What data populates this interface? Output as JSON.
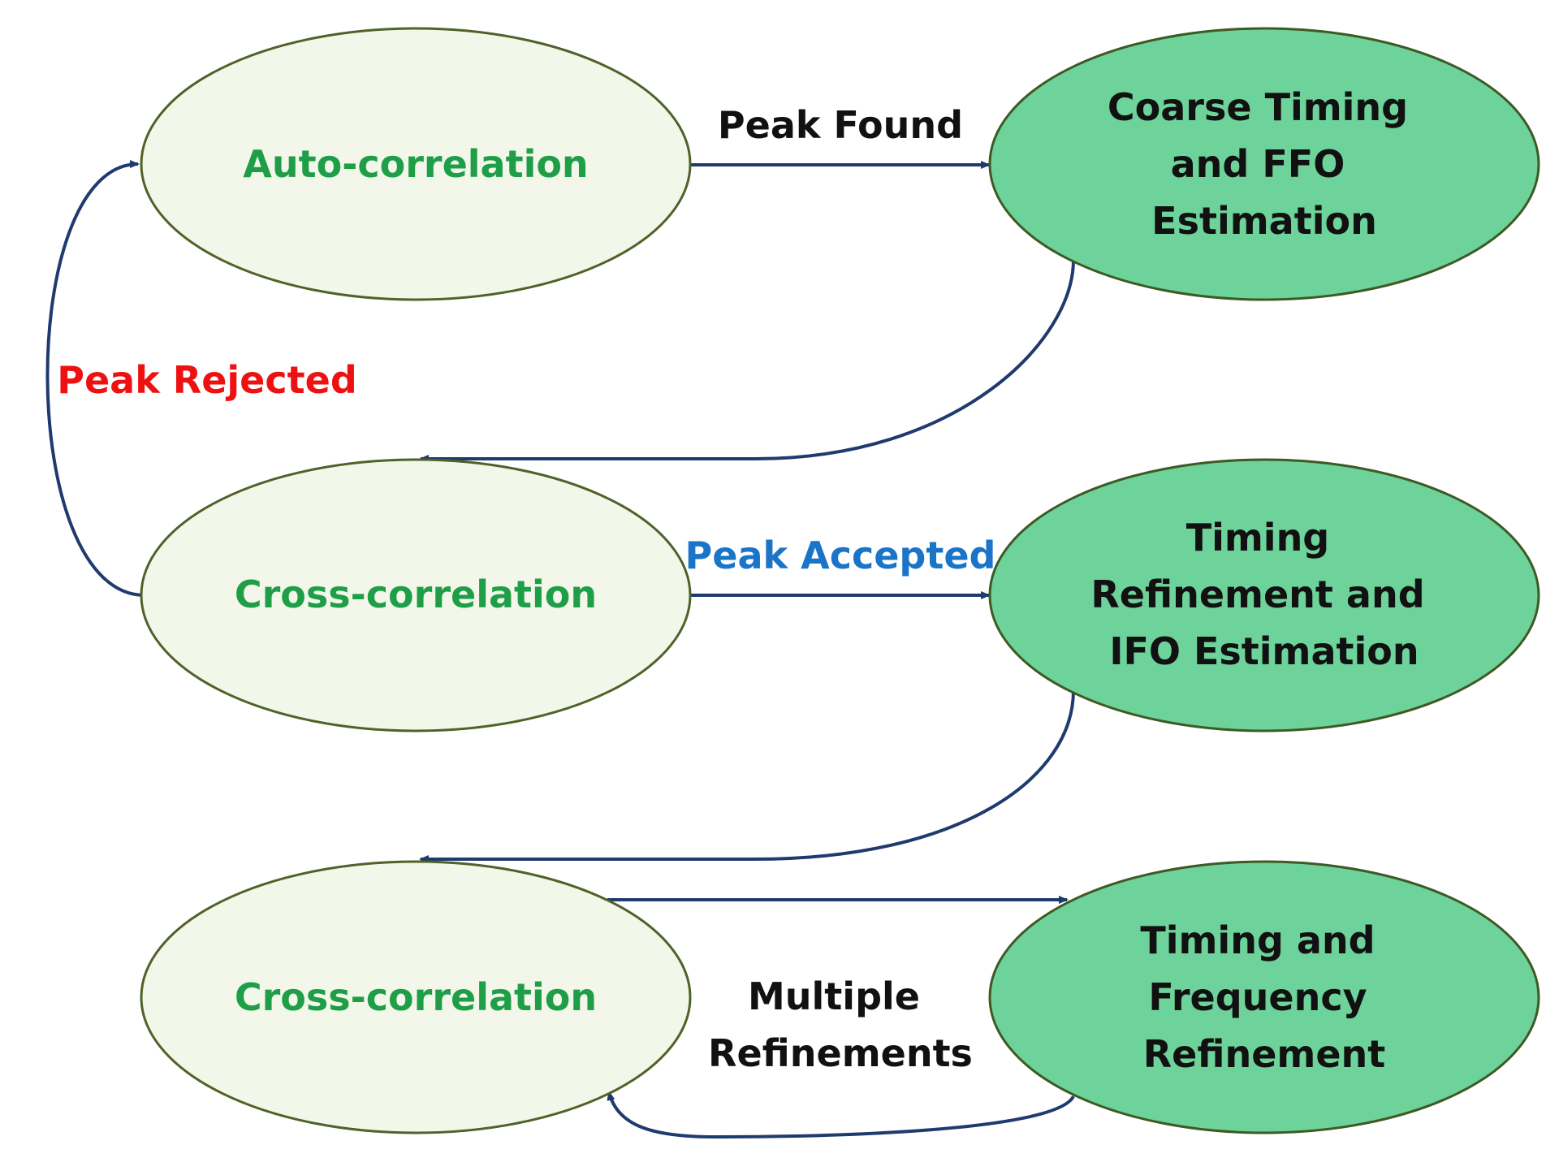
{
  "colors": {
    "light_fill": "#f2f7ea",
    "light_stroke": "#4f6228",
    "dark_fill": "#6dd39a",
    "dark_stroke": "#3e5a24",
    "node_label_green": "#1f9e48",
    "node_label_dark": "#111111",
    "edge": "#1f3b6e",
    "edge_label_default": "#111111",
    "edge_label_rejected": "#ee1111",
    "edge_label_accepted": "#1a74c7"
  },
  "nodes": {
    "auto_correlation": {
      "lines": [
        "Auto-correlation"
      ]
    },
    "coarse_timing": {
      "lines": [
        "Coarse Timing",
        "and FFO",
        "Estimation"
      ]
    },
    "cross_correlation_1": {
      "lines": [
        "Cross-correlation"
      ]
    },
    "timing_refinement": {
      "lines": [
        "Timing",
        "Refinement and",
        "IFO Estimation"
      ]
    },
    "cross_correlation_2": {
      "lines": [
        "Cross-correlation"
      ]
    },
    "timing_frequency": {
      "lines": [
        "Timing and",
        "Frequency",
        "Refinement"
      ]
    }
  },
  "edges": {
    "peak_found": {
      "lines": [
        "Peak Found"
      ]
    },
    "peak_rejected": {
      "lines": [
        "Peak Rejected"
      ]
    },
    "peak_accepted": {
      "lines": [
        "Peak Accepted"
      ]
    },
    "multiple_refinements": {
      "lines": [
        "Multiple",
        "Refinements"
      ]
    }
  }
}
